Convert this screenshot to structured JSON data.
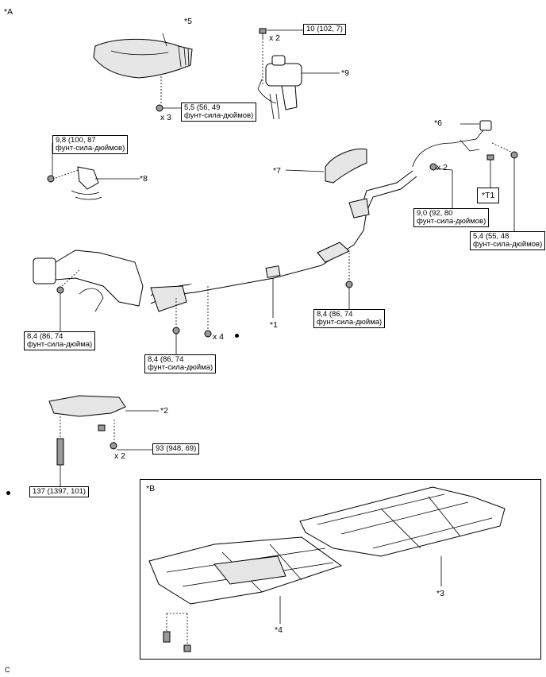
{
  "section_labels": {
    "a": "*A",
    "b": "*B",
    "footer": "C"
  },
  "callouts": {
    "c1": "*1",
    "c2": "*2",
    "c3": "*3",
    "c4": "*4",
    "c5": "*5",
    "c6": "*6",
    "c7": "*7",
    "c8": "*8",
    "c9": "*9",
    "t1": "*T1"
  },
  "quantities": {
    "q_bolt9": "x 2",
    "q_nut5": "x 3",
    "q_bolt6": "x 2",
    "q_nut_center": "x 4",
    "q_bolt2": "x 2"
  },
  "torque": {
    "t_bolt9": {
      "line1": "10 (102, 7)"
    },
    "t_nut5": {
      "line1": "5,5 (56, 49",
      "line2": "фунт-сила-дюймов)"
    },
    "t_nut8": {
      "line1": "9,8 (100, 87",
      "line2": "фунт-сила-дюймов)"
    },
    "t_bolt6": {
      "line1": "9,0 (92, 80",
      "line2": "фунт-сила-дюймов)"
    },
    "t_nut6": {
      "line1": "5,4 (55, 48",
      "line2": "фунт-сила-дюймов)"
    },
    "t_nut_right": {
      "line1": "8,4 (86, 74",
      "line2": "фунт-сила-дюйма)"
    },
    "t_nut_left": {
      "line1": "8,4 (86, 74",
      "line2": "фунт-сила-дюйма)"
    },
    "t_nut_mid": {
      "line1": "8,4 (86, 74",
      "line2": "фунт-сила-дюйма)"
    },
    "t_bolt2": {
      "line1": "93 (948, 69)"
    },
    "t_bolt_long": {
      "line1": "137 (1397, 101)"
    }
  }
}
